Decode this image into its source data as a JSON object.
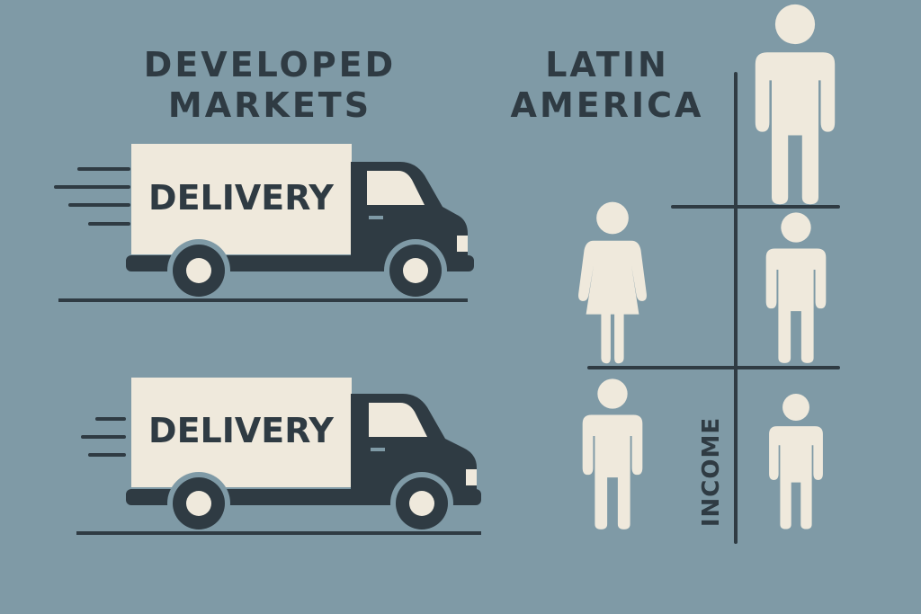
{
  "headings": {
    "left": [
      "DEVELOPED",
      "MARKETS"
    ],
    "right": [
      "LATIN",
      "AMERICA"
    ]
  },
  "trucks": [
    {
      "label": "DELIVERY"
    },
    {
      "label": "DELIVERY"
    }
  ],
  "axis": {
    "label": "INCOME"
  },
  "colors": {
    "background": "#7f9aa6",
    "dark": "#2f3b43",
    "cream": "#efe9dc"
  }
}
